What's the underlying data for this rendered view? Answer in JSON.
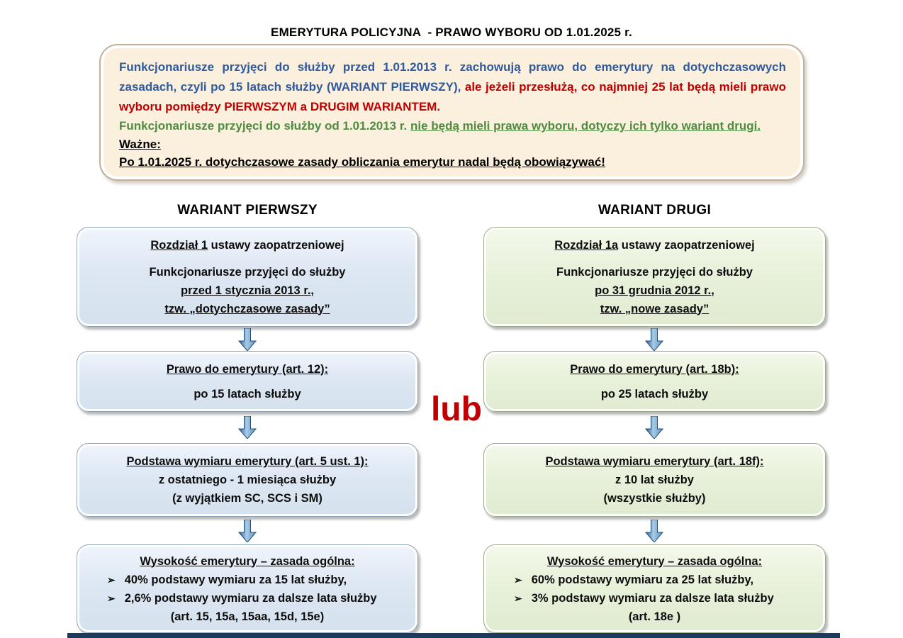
{
  "page_title": "EMERYTURA POLICYJNA  - PRAWO WYBORU OD 1.01.2025 r.",
  "intro": {
    "p1_blue": "Funkcjonariusze przyjęci do służby przed 1.01.2013 r. zachowują prawo do emerytury na dotychczasowych zasadach, czyli po 15 latach służby (WARIANT PIERWSZY), ",
    "p1_red": "ale jeżeli przesłużą, co najmniej 25 lat będą mieli prawo wyboru pomiędzy PIERWSZYM a DRUGIM WARIANTEM.",
    "p2_green": "Funkcjonariusze przyjęci do służby od 1.01.2013 r. ",
    "p2_green_underline": "nie będą mieli prawa wyboru, dotyczy ich tylko wariant drugi.",
    "warning_label": "Ważne:",
    "warning_text": "Po 1.01.2025 r. dotychczasowe zasady obliczania emerytur nadal będą obowiązywać!"
  },
  "connector_label": "lub",
  "bullet_char": "➢",
  "left_column": {
    "header": "WARIANT PIERWSZY",
    "box1": {
      "chapter": "Rozdział 1",
      "chapter_rest": " ustawy zaopatrzeniowej",
      "line1": "Funkcjonariusze przyjęci do służby",
      "line2": "przed 1 stycznia 2013 r.,",
      "line3": "tzw. „dotychczasowe zasady”"
    },
    "box2": {
      "heading": "Prawo do emerytury (art. 12):",
      "body": "po 15 latach służby"
    },
    "box3": {
      "heading": "Podstawa wymiaru emerytury (art. 5 ust. 1):",
      "line1": "z ostatniego - 1 miesiąca służby",
      "line2": "(z wyjątkiem SC, SCS i SM)"
    },
    "box4": {
      "heading": "Wysokość emerytury – zasada ogólna:",
      "bullet1": "40% podstawy wymiaru za 15 lat służby,",
      "bullet2": "2,6% podstawy wymiaru za dalsze lata służby",
      "footnote": "(art. 15, 15a, 15aa, 15d, 15e)"
    }
  },
  "right_column": {
    "header": "WARIANT DRUGI",
    "box1": {
      "chapter": "Rozdział 1a",
      "chapter_rest": " ustawy zaopatrzeniowej",
      "line1": "Funkcjonariusze przyjęci do służby",
      "line2": "po 31 grudnia 2012 r.,",
      "line3": "tzw. „nowe zasady”"
    },
    "box2": {
      "heading": "Prawo do emerytury (art. 18b):",
      "body": "po 25 latach służby"
    },
    "box3": {
      "heading": "Podstawa wymiaru emerytury (art. 18f):",
      "line1": "z 10 lat służby",
      "line2": "(wszystkie służby)"
    },
    "box4": {
      "heading": "Wysokość emerytury – zasada ogólna:",
      "bullet1": "60% podstawy wymiaru za 25 lat służby,",
      "bullet2": "3% podstawy wymiaru za dalsze lata służby",
      "footnote": "(art. 18e )"
    }
  },
  "colors": {
    "intro_background": "#FBF0DE",
    "intro_border": "#C5B098",
    "text_blue": "#2E5A9E",
    "text_red": "#C00000",
    "text_green": "#4E8C3F",
    "variant1_box_fill": "#DCE6F2",
    "variant2_box_fill": "#E7F1DB",
    "arrow_blue": "#4F81BD",
    "connector_red": "#C00000",
    "bottom_bar_navy": "#1A3A5E"
  }
}
